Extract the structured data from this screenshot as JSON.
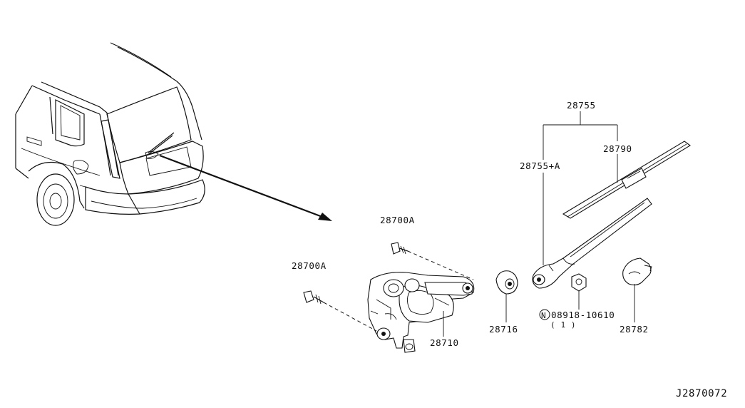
{
  "diagram": {
    "labels": {
      "p28755": "28755",
      "p28790": "28790",
      "p28755a": "28755+A",
      "p28700a_top": "28700A",
      "p28700a_left": "28700A",
      "p28716": "28716",
      "p28710": "28710",
      "p08918": "08918-10610",
      "p08918_qty": "( 1 )",
      "p08918_mark": "N",
      "p28782": "28782",
      "drawing_id": "J2870072"
    },
    "icons": {
      "vehicle": "suv-rear-view",
      "motor": "wiper-motor-assembly",
      "blade": "wiper-blade",
      "arm": "wiper-arm",
      "nut": "hex-nut",
      "cap": "pivot-cap",
      "bolt": "bolt",
      "seal": "grommet-seal"
    }
  }
}
